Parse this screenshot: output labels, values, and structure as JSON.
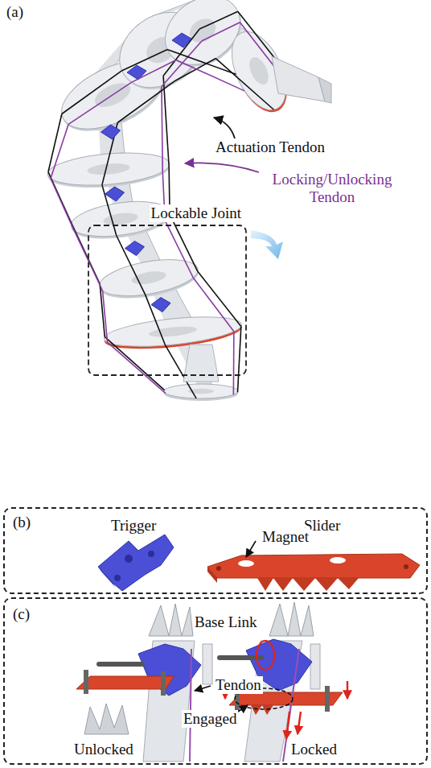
{
  "diagram": {
    "nodes": [
      {
        "text": [
          "Lockable Joint"
        ]
      },
      {
        "text": [
          "(b)",
          "Trigger",
          "Slider",
          "Magnet"
        ]
      },
      {
        "text": [
          "(c)",
          "Base Link",
          "Tendon",
          "Unlocked",
          "Engaged",
          "Locked"
        ]
      }
    ],
    "labels": [
      "(a)",
      "Actuation Tendon",
      "Locking/Unlocking Tendon"
    ]
  }
}
